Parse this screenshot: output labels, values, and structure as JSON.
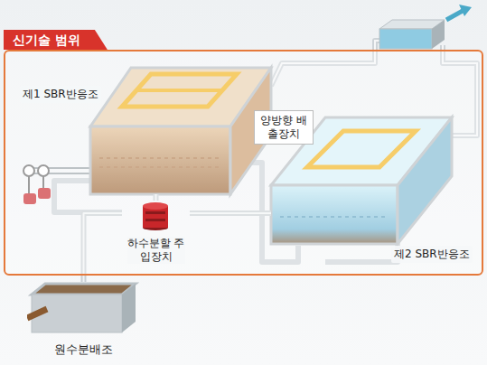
{
  "diagram": {
    "nodes": [
      {
        "text": [
          "신기술 범위"
        ]
      },
      {
        "text": [
          "제1 SBR반응조"
        ],
        "in": 0
      },
      {
        "text": [
          "양방향 배출장치"
        ],
        "in": 0
      },
      {
        "text": [
          "제2 SBR반응조"
        ],
        "in": 0
      },
      {
        "text": [
          "하수분할 주입장치"
        ],
        "in": 0
      },
      {
        "text": [
          "원수분배조"
        ]
      }
    ],
    "edges": [
      {
        "from": 5,
        "to": 4,
        "arrow": "none"
      },
      {
        "from": 4,
        "to": 1,
        "arrow": "none"
      },
      {
        "from": 4,
        "to": 3,
        "arrow": "none"
      }
    ]
  }
}
